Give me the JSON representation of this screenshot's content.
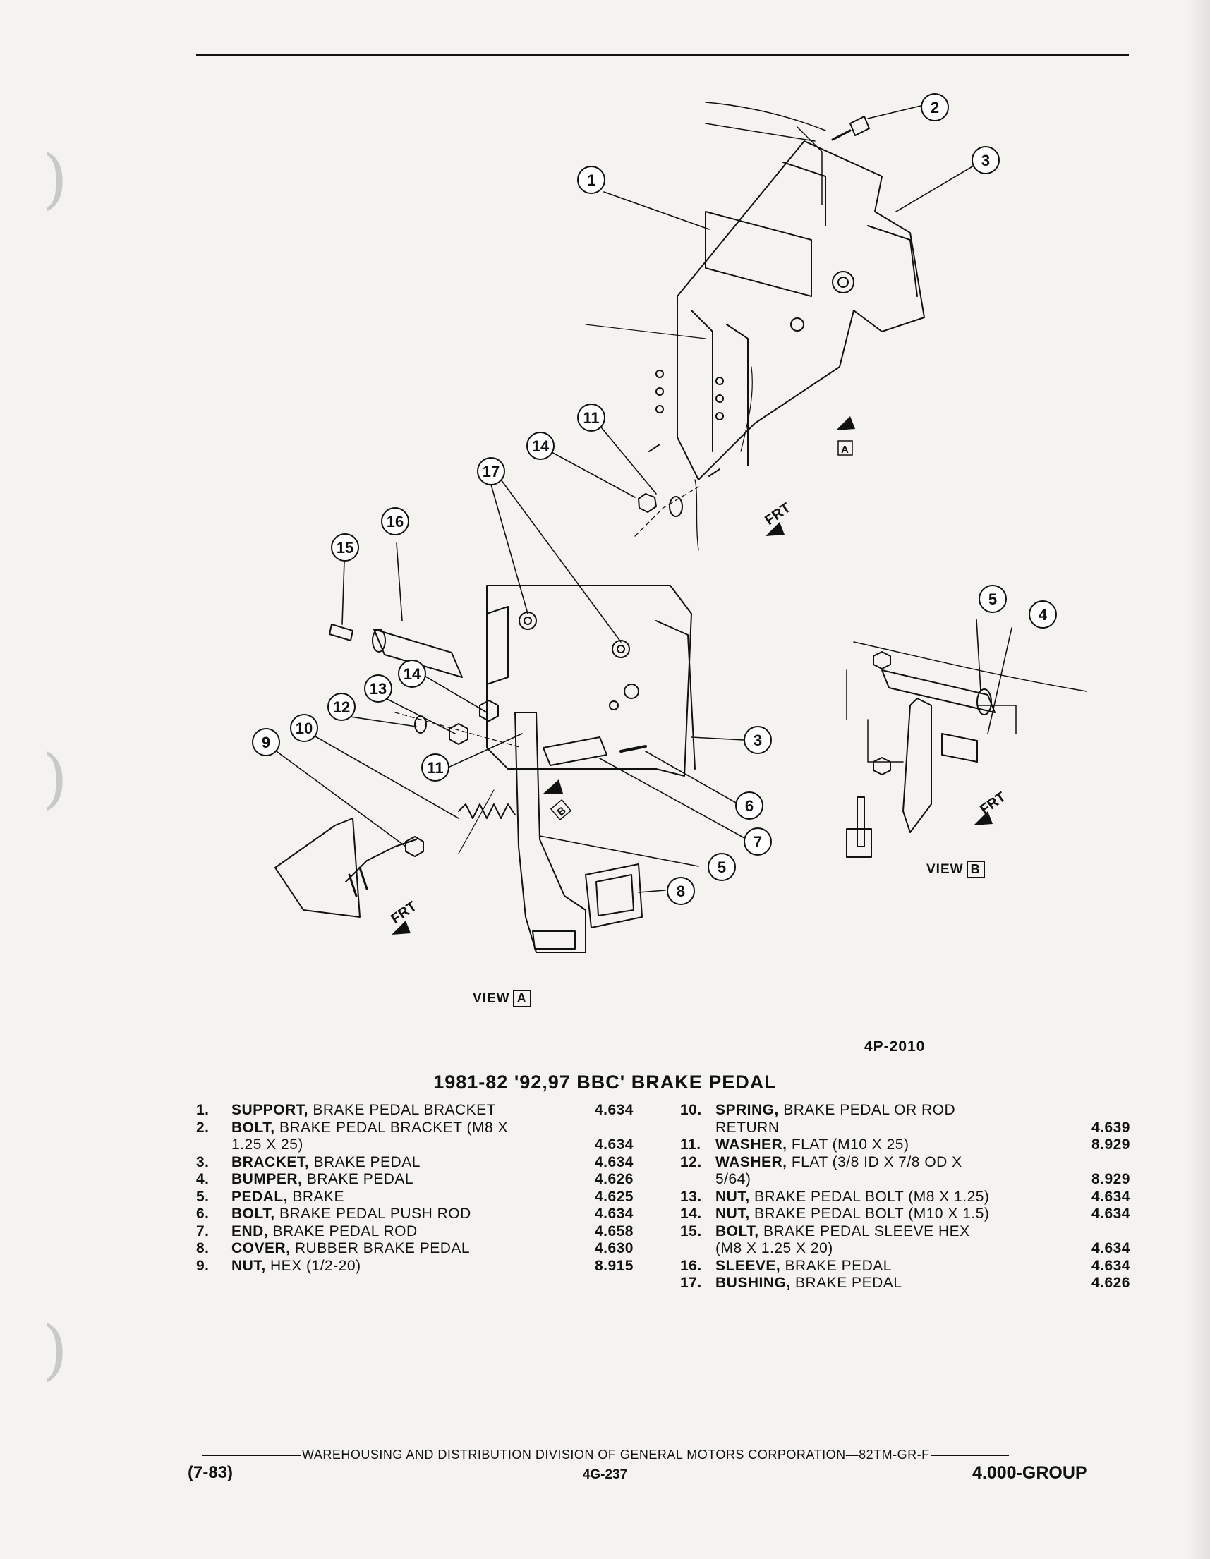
{
  "figure_code": "4P-2010",
  "title": "1981-82 '92,97 BBC' BRAKE PEDAL",
  "views": {
    "view_a_word": "VIEW",
    "view_a_letter": "A",
    "view_b_word": "VIEW",
    "view_b_letter": "B",
    "frt": "FRT",
    "arrow_letter_a": "A",
    "arrow_letter_b": "B"
  },
  "parts_left": [
    {
      "num": "1.",
      "name": "SUPPORT,",
      "desc": "BRAKE PEDAL BRACKET",
      "desc2": "",
      "ref": "4.634"
    },
    {
      "num": "2.",
      "name": "BOLT,",
      "desc": "BRAKE PEDAL BRACKET (M8 X",
      "desc2": "1.25 X 25)",
      "ref": "4.634"
    },
    {
      "num": "3.",
      "name": "BRACKET,",
      "desc": "BRAKE PEDAL",
      "desc2": "",
      "ref": "4.634"
    },
    {
      "num": "4.",
      "name": "BUMPER,",
      "desc": "BRAKE PEDAL",
      "desc2": "",
      "ref": "4.626"
    },
    {
      "num": "5.",
      "name": "PEDAL,",
      "desc": "BRAKE",
      "desc2": "",
      "ref": "4.625"
    },
    {
      "num": "6.",
      "name": "BOLT,",
      "desc": "BRAKE PEDAL PUSH ROD",
      "desc2": "",
      "ref": "4.634"
    },
    {
      "num": "7.",
      "name": "END,",
      "desc": "BRAKE PEDAL ROD",
      "desc2": "",
      "ref": "4.658"
    },
    {
      "num": "8.",
      "name": "COVER,",
      "desc": "RUBBER BRAKE PEDAL",
      "desc2": "",
      "ref": "4.630"
    },
    {
      "num": "9.",
      "name": "NUT,",
      "desc": "HEX (1/2-20)",
      "desc2": "",
      "ref": "8.915"
    }
  ],
  "parts_right": [
    {
      "num": "10.",
      "name": "SPRING,",
      "desc": "BRAKE PEDAL OR ROD",
      "desc2": "RETURN",
      "ref": "4.639"
    },
    {
      "num": "11.",
      "name": "WASHER,",
      "desc": "FLAT (M10 X 25)",
      "desc2": "",
      "ref": "8.929"
    },
    {
      "num": "12.",
      "name": "WASHER,",
      "desc": "FLAT (3/8 ID X 7/8 OD X",
      "desc2": "5/64)",
      "ref": "8.929"
    },
    {
      "num": "13.",
      "name": "NUT,",
      "desc": "BRAKE PEDAL BOLT (M8 X 1.25)",
      "desc2": "",
      "ref": "4.634"
    },
    {
      "num": "14.",
      "name": "NUT,",
      "desc": "BRAKE PEDAL BOLT (M10 X 1.5)",
      "desc2": "",
      "ref": "4.634"
    },
    {
      "num": "15.",
      "name": "BOLT,",
      "desc": "BRAKE PEDAL SLEEVE HEX",
      "desc2": "(M8 X 1.25 X 20)",
      "ref": "4.634"
    },
    {
      "num": "16.",
      "name": "SLEEVE,",
      "desc": "BRAKE PEDAL",
      "desc2": "",
      "ref": "4.634"
    },
    {
      "num": "17.",
      "name": "BUSHING,",
      "desc": "BRAKE PEDAL",
      "desc2": "",
      "ref": "4.626"
    }
  ],
  "footer": {
    "division": "WAREHOUSING AND DISTRIBUTION DIVISION OF GENERAL MOTORS CORPORATION",
    "manual": "82TM-GR-F",
    "date": "(7-83)",
    "page": "4G-237",
    "group": "4.000-GROUP"
  }
}
